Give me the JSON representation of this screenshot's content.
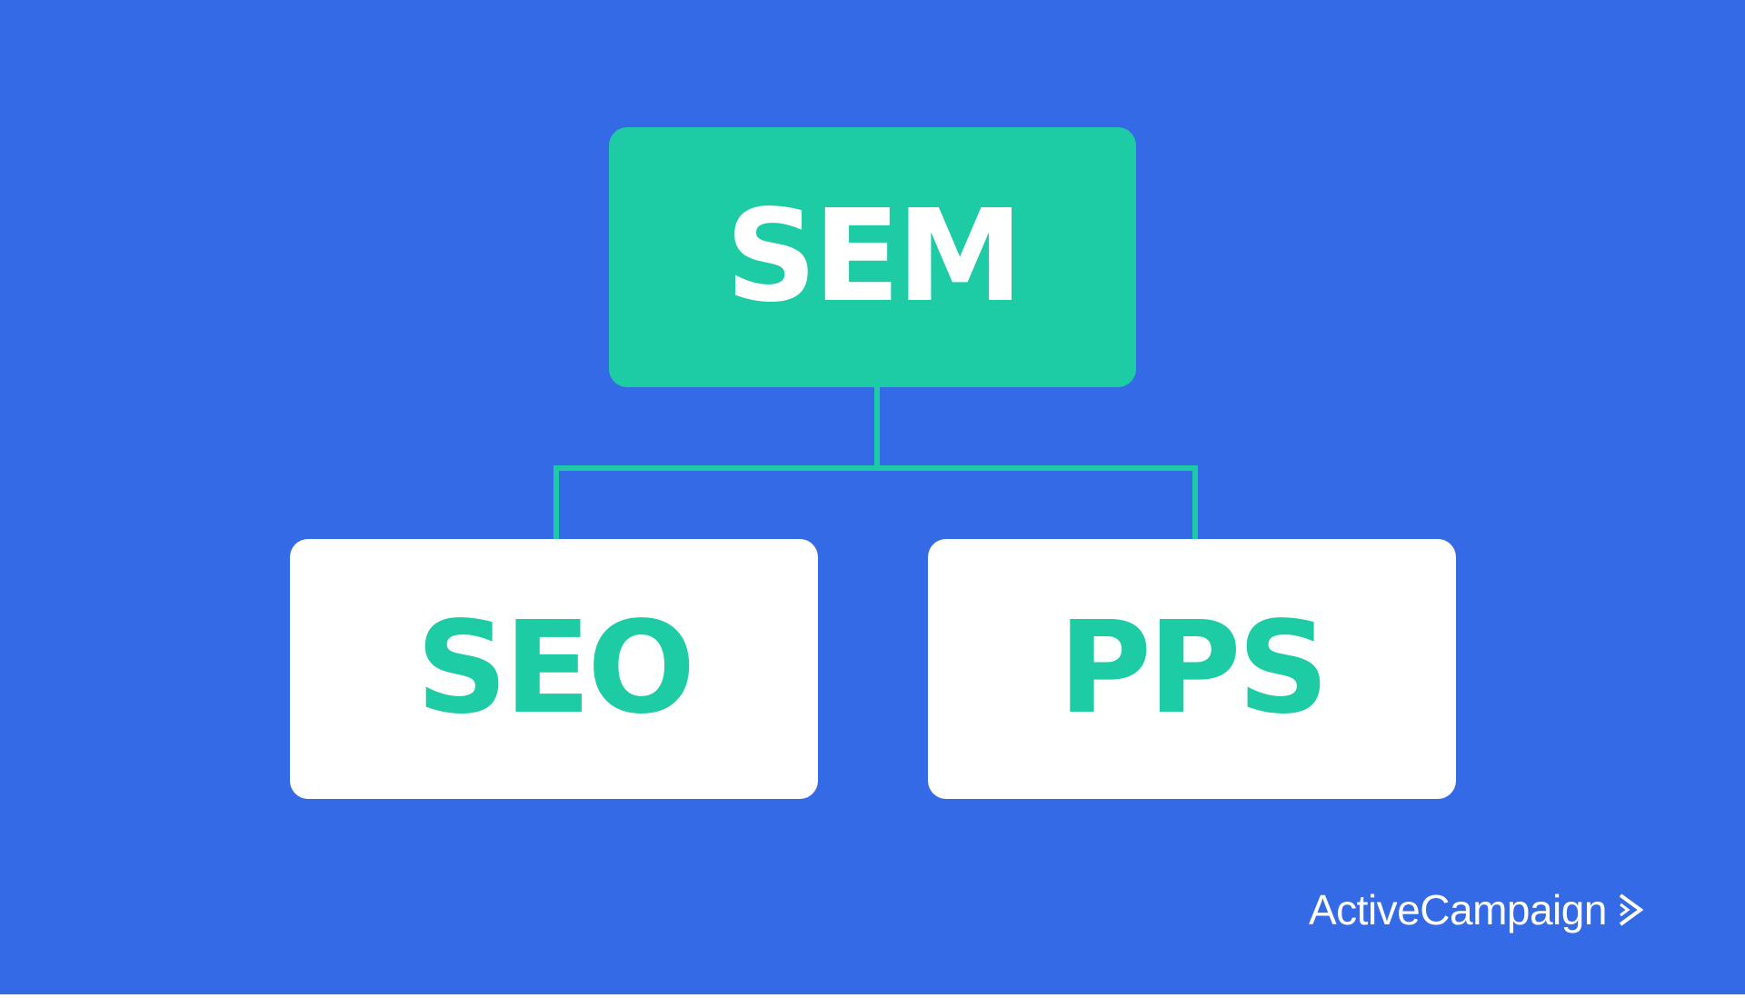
{
  "diagram": {
    "root": {
      "label": "SEM"
    },
    "children": [
      {
        "label": "SEO"
      },
      {
        "label": "PPS"
      }
    ]
  },
  "branding": {
    "logo_text": "ActiveCampaign",
    "logo_icon": "chevron-right-icon"
  },
  "colors": {
    "background": "#356AE6",
    "accent": "#1DCBA5",
    "box_light": "#FFFFFF",
    "text_light": "#FFFFFF"
  }
}
